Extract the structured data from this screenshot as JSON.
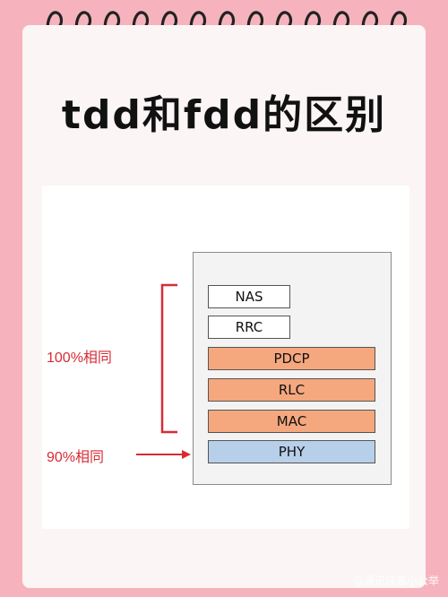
{
  "title": "tdd和fdd的区别",
  "diagram": {
    "layers": [
      "NAS",
      "RRC",
      "PDCP",
      "RLC",
      "MAC",
      "PHY"
    ],
    "label_100": "100%相同",
    "label_90": "90%相同"
  },
  "watermark": "@通讯信息小公举",
  "colors": {
    "background": "#f6b3bd",
    "card": "#fcf5f5",
    "red": "#d62d35",
    "orange": "#f5a77e",
    "blue": "#b7cfe9"
  }
}
